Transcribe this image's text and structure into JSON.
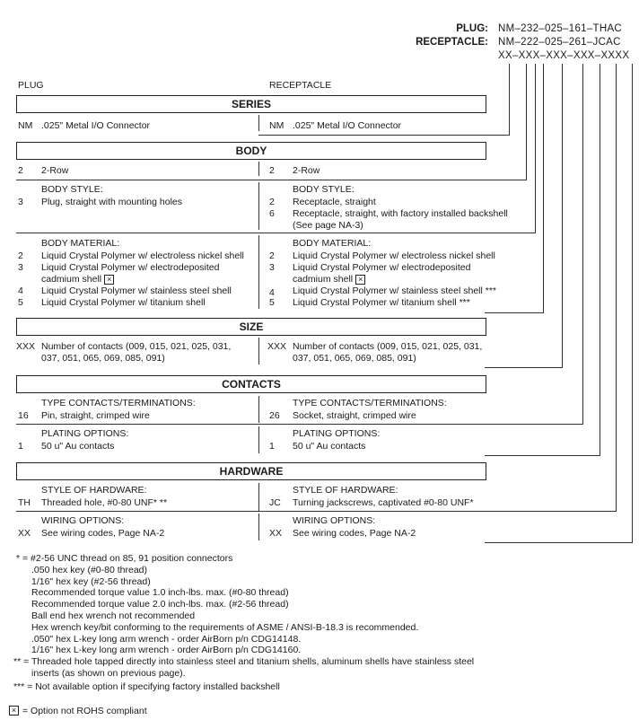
{
  "part_number": {
    "plug_label": "PLUG:",
    "plug_value": "NM–232–025–161–THAC",
    "receptacle_label": "RECEPTACLE:",
    "receptacle_value": "NM–222–025–261–JCAC",
    "template": "XX–XXX–XXX–XXX–XXXX"
  },
  "column_headers": {
    "plug": "PLUG",
    "receptacle": "RECEPTACLE"
  },
  "sections": {
    "series": {
      "title": "SERIES",
      "plug": {
        "code": "NM",
        "desc": ".025\" Metal I/O Connector"
      },
      "receptacle": {
        "code": "NM",
        "desc": ".025\" Metal I/O Connector"
      }
    },
    "body": {
      "title": "BODY",
      "rows": {
        "plug": {
          "code": "2",
          "desc": "2-Row"
        },
        "receptacle": {
          "code": "2",
          "desc": "2-Row"
        }
      },
      "style": {
        "heading": "BODY STYLE:",
        "plug": [
          {
            "code": "3",
            "desc": "Plug, straight with mounting holes"
          }
        ],
        "receptacle": [
          {
            "code": "2",
            "desc": "Receptacle, straight"
          },
          {
            "code": "6",
            "desc": "Receptacle, straight, with factory installed backshell"
          },
          {
            "code": "",
            "desc": "(See page NA-3)"
          }
        ]
      },
      "material": {
        "heading": "BODY MATERIAL:",
        "plug": [
          {
            "code": "2",
            "desc": "Liquid Crystal Polymer w/ electroless nickel shell"
          },
          {
            "code": "3",
            "desc": "Liquid Crystal Polymer w/ electrodeposited"
          },
          {
            "code": "",
            "desc": "cadmium shell"
          },
          {
            "code": "4",
            "desc": "Liquid Crystal Polymer w/ stainless steel shell"
          },
          {
            "code": "5",
            "desc": "Liquid Crystal Polymer w/ titanium shell"
          }
        ],
        "receptacle": [
          {
            "code": "2",
            "desc": "Liquid Crystal Polymer w/ electroless nickel shell"
          },
          {
            "code": "3",
            "desc": "Liquid Crystal Polymer w/ electrodeposited"
          },
          {
            "code": "",
            "desc": "cadmium shell"
          },
          {
            "code": "4",
            "desc": "Liquid Crystal Polymer w/ stainless steel shell ***"
          },
          {
            "code": "5",
            "desc": "Liquid Crystal Polymer w/ titanium shell ***"
          }
        ]
      }
    },
    "size": {
      "title": "SIZE",
      "plug": {
        "code": "XXX",
        "line1": "Number of contacts (009, 015, 021, 025, 031,",
        "line2": "037, 051, 065, 069, 085, 091)"
      },
      "receptacle": {
        "code": "XXX",
        "line1": "Number of contacts (009, 015, 021, 025, 031,",
        "line2": "037, 051, 065, 069, 085, 091)"
      }
    },
    "contacts": {
      "title": "CONTACTS",
      "type_heading": "TYPE CONTACTS/TERMINATIONS:",
      "type_plug": {
        "code": "16",
        "desc": "Pin, straight, crimped wire"
      },
      "type_receptacle": {
        "code": "26",
        "desc": "Socket, straight, crimped wire"
      },
      "plating_heading": "PLATING OPTIONS:",
      "plating_plug": {
        "code": "1",
        "desc": "50 u\" Au contacts"
      },
      "plating_receptacle": {
        "code": "1",
        "desc": "50 u\" Au contacts"
      }
    },
    "hardware": {
      "title": "HARDWARE",
      "style_heading": "STYLE OF HARDWARE:",
      "style_plug": {
        "code": "TH",
        "desc": "Threaded hole, #0-80 UNF*  **"
      },
      "style_receptacle": {
        "code": "JC",
        "desc": "Turning jackscrews, captivated #0-80 UNF*"
      },
      "wiring_heading": "WIRING OPTIONS:",
      "wiring_plug": {
        "code": "XX",
        "desc": "See wiring codes, Page NA-2"
      },
      "wiring_receptacle": {
        "code": "XX",
        "desc": "See wiring codes, Page NA-2"
      }
    }
  },
  "notes": {
    "n1": "* = #2-56 UNC thread on 85, 91 position connectors",
    "n1_sub": [
      ".050 hex key (#0-80 thread)",
      "1/16\" hex key (#2-56 thread)",
      "Recommended torque value 1.0 inch-lbs. max. (#0-80 thread)",
      "Recommended torque value 2.0 inch-lbs. max. (#2-56 thread)",
      "Ball end hex wrench not recommended",
      "Hex wrench key/bit conforming to the requirements of ASME / ANSI-B-18.3 is recommended.",
      ".050\" hex L-key long arm wrench - order AirBorn p/n CDG14148.",
      "1/16\" hex L-key long arm wrench - order AirBorn p/n CDG14160."
    ],
    "n2_line1": "** = Threaded hole tapped directly into stainless steel and titanium shells, aluminum shells have stainless steel",
    "n2_line2": "inserts (as shown on previous page).",
    "n3": "*** = Not available option if specifying factory installed backshell",
    "n4": "= Option not ROHS compliant"
  },
  "icons": {
    "rohs_mark": "x-box-icon"
  }
}
